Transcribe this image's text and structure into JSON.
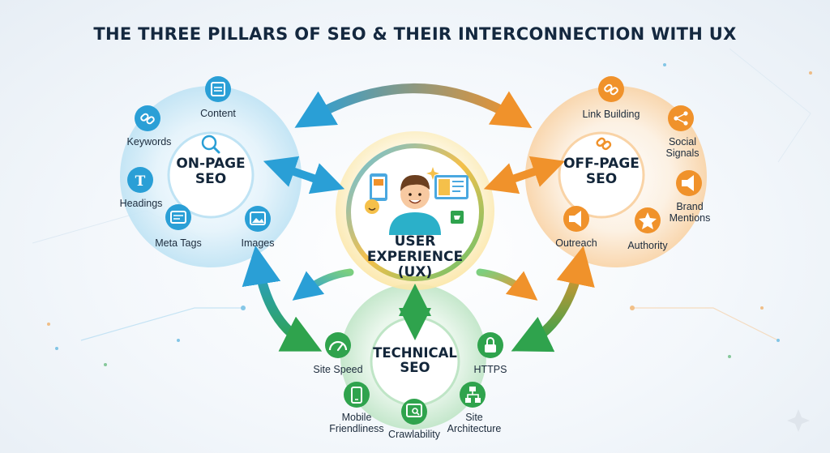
{
  "title": "THE THREE PILLARS OF SEO & THEIR INTERCONNECTION WITH UX",
  "colors": {
    "on_page": "#2a9fd6",
    "off_page": "#f0922b",
    "technical": "#2fa34d",
    "center": "#f5c04a",
    "text": "#16263a"
  },
  "on_page": {
    "title_line1": "ON-PAGE",
    "title_line2": "SEO",
    "icon": "magnifier-icon",
    "items": [
      {
        "label": "Content",
        "icon": "document-icon"
      },
      {
        "label": "Keywords",
        "icon": "link-icon"
      },
      {
        "label": "Headings",
        "icon": "typography-icon"
      },
      {
        "label": "Meta Tags",
        "icon": "code-tag-icon"
      },
      {
        "label": "Images",
        "icon": "image-icon"
      }
    ]
  },
  "off_page": {
    "title_line1": "OFF-PAGE",
    "title_line2": "SEO",
    "icon": "chain-link-icon",
    "items": [
      {
        "label": "Link Building",
        "icon": "link-icon"
      },
      {
        "label": "Social Signals",
        "icon": "share-icon"
      },
      {
        "label": "Brand Mentions",
        "icon": "megaphone-icon"
      },
      {
        "label": "Authority",
        "icon": "star-icon"
      },
      {
        "label": "Outreach",
        "icon": "megaphone-icon"
      }
    ]
  },
  "technical": {
    "title_line1": "TECHNICAL",
    "title_line2": "SEO",
    "items": [
      {
        "label": "Site Speed",
        "icon": "speedometer-icon"
      },
      {
        "label": "HTTPS",
        "icon": "lock-icon"
      },
      {
        "label": "Mobile Friendliness",
        "icon": "mobile-phone-icon"
      },
      {
        "label": "Crawlability",
        "icon": "browser-search-icon"
      },
      {
        "label": "Site Architecture",
        "icon": "sitemap-icon"
      }
    ]
  },
  "center": {
    "line1": "USER",
    "line2": "EXPERIENCE",
    "line3": "(UX)",
    "icon": "smiling-user-devices-icon"
  }
}
